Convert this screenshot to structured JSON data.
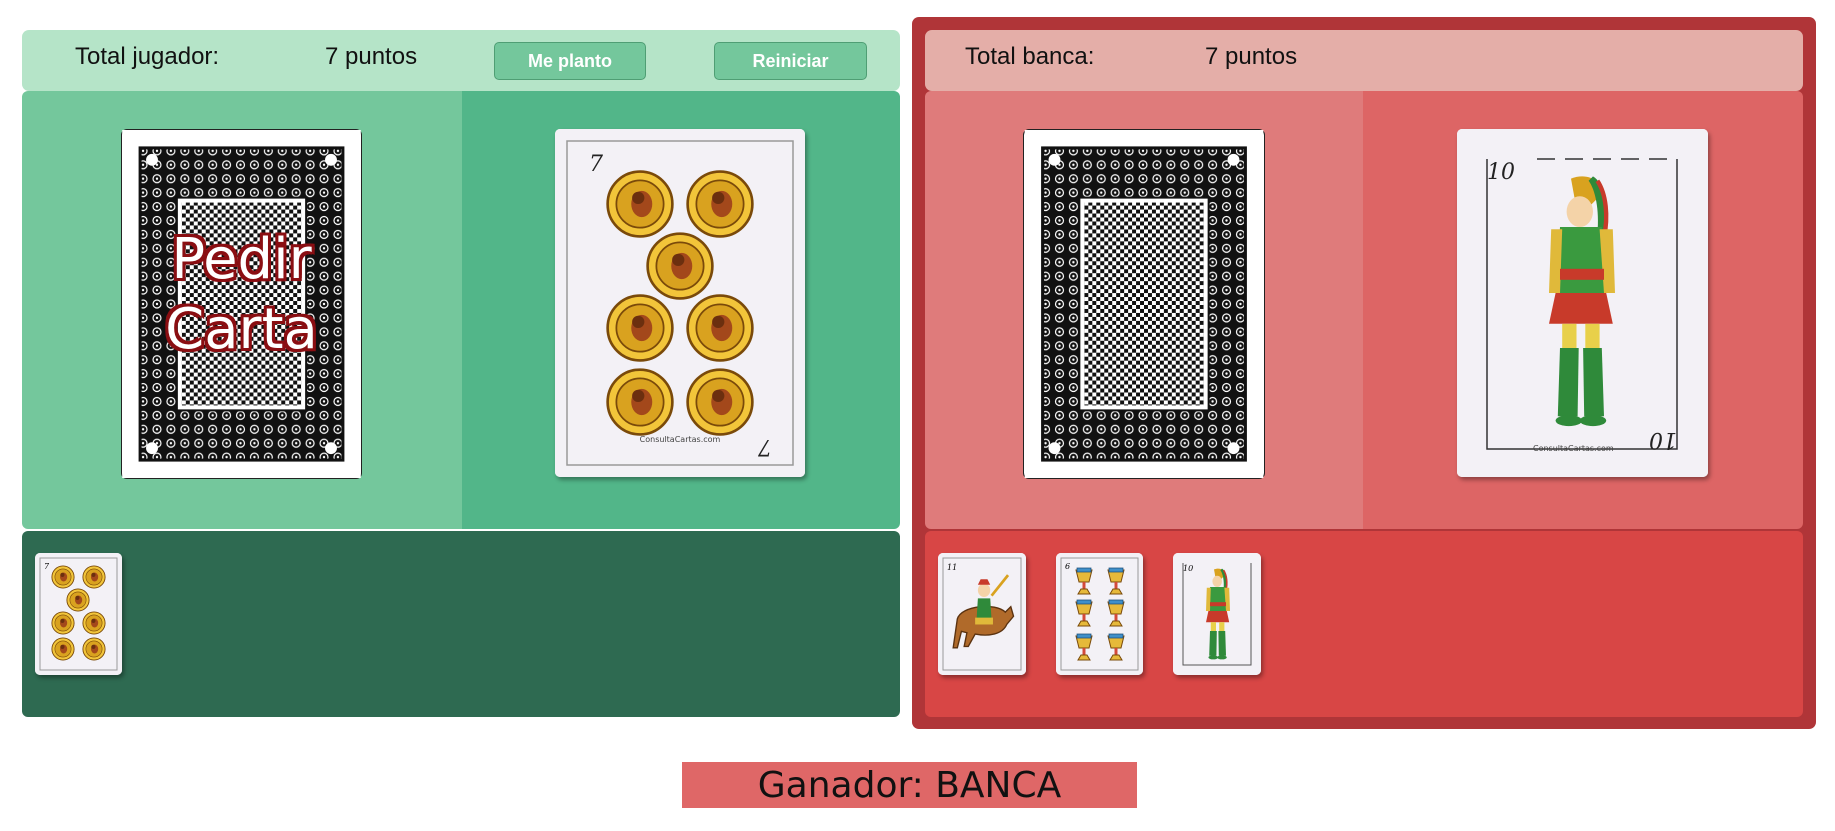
{
  "player": {
    "total_label": "Total jugador:",
    "total_value": "7 puntos",
    "stand_button": "Me planto",
    "reset_button": "Reiniciar",
    "deck_text_line1": "Pedir",
    "deck_text_line2": "Carta",
    "last_card": {
      "rank": "7",
      "suit": "oros"
    },
    "hand": [
      {
        "rank": "7",
        "suit": "oros"
      }
    ]
  },
  "bank": {
    "total_label": "Total banca:",
    "total_value": "7 puntos",
    "last_card": {
      "rank": "10",
      "suit": "sota",
      "footer": "ConsultaCartas.com"
    },
    "hand": [
      {
        "rank": "11",
        "suit": "caballo"
      },
      {
        "rank": "6",
        "suit": "copas"
      },
      {
        "rank": "10",
        "suit": "sota"
      }
    ]
  },
  "card_footer": "ConsultaCartas.com",
  "winner_text": "Ganador: BANCA",
  "colors": {
    "player_header": "#b5e4c8",
    "player_panel": "#74c79c",
    "player_hand": "#2e6a51",
    "bank_frame": "#b03538",
    "bank_header": "#e4aea8",
    "bank_hand": "#d84645",
    "winner_bg": "#df6767",
    "coin_gold": "#f2c53a"
  }
}
